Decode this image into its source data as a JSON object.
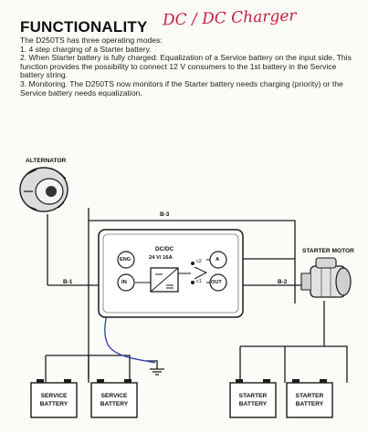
{
  "header": {
    "title": "FUNCTIONALITY",
    "handwritten_note": "DC / DC Charger"
  },
  "text": {
    "intro": "The D250TS has three operating modes:",
    "modes": [
      "1. 4 step charging of a Starter battery.",
      "2. When Starter battery is fully charged: Equalization of a Service battery on the input side. This function provides the possibility to connect 12 V consumers to the 1st battery in the Service battery string.",
      "3. Monitoring. The D250TS now monitors if the Starter battery needs charging (priority) or the Service battery needs equalization."
    ]
  },
  "diagram": {
    "alternator_label": "ALTERNATOR",
    "starter_motor_label": "STARTER MOTOR",
    "device": {
      "title": "DC/DC",
      "rating": "24 V/ 16A",
      "terminals": [
        "ENG",
        "IN",
        "A",
        "OUT"
      ],
      "switch_c2": "c2",
      "switch_c1": "c1"
    },
    "wires": {
      "b1": "B-1",
      "b2": "B-2",
      "b3": "B-3"
    },
    "batteries": {
      "service_1": "SERVICE BATTERY",
      "service_2": "SERVICE BATTERY",
      "starter_1": "STARTER BATTERY",
      "starter_2": "STARTER BATTERY"
    },
    "colors": {
      "ink": "#1b1b1b",
      "blue_wire": "#2b3fae",
      "handwriting": "#c41f3e"
    }
  }
}
